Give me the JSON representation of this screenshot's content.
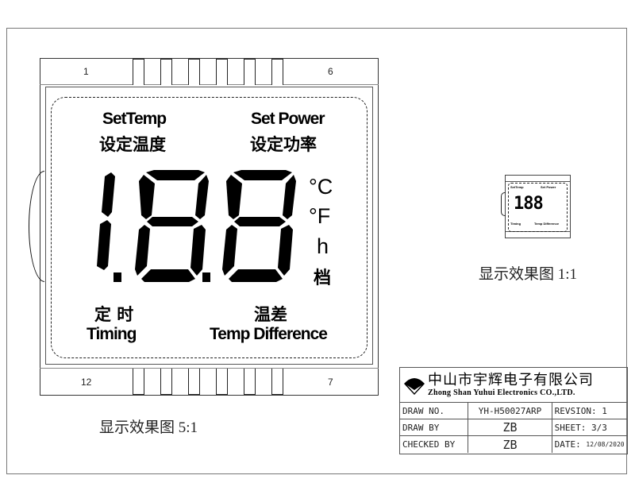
{
  "drawing": {
    "panel": {
      "pins_top": {
        "left_label": "1",
        "right_label": "6",
        "count": 6
      },
      "pins_bottom": {
        "left_label": "12",
        "right_label": "7",
        "count": 6
      },
      "labels": {
        "set_temp_en": "SetTemp",
        "set_temp_cn": "设定温度",
        "set_power_en": "Set Power",
        "set_power_cn": "设定功率",
        "timing_cn": "定 时",
        "timing_en": "Timing",
        "temp_diff_cn": "温差",
        "temp_diff_en": "Temp Difference"
      },
      "digits_display": "1.8.8",
      "units": {
        "celsius": "°C",
        "fahrenheit": "°F",
        "hour": "h",
        "gear": "档"
      }
    },
    "caption_large": "显示效果图 5:1",
    "caption_small": "显示效果图 1:1",
    "title_block": {
      "company_cn": "中山市宇辉电子有限公司",
      "company_en": "Zhong Shan Yuhui Electronics CO.,LTD.",
      "rows": [
        {
          "label": "DRAW NO.",
          "value": "YH-H50027ARP",
          "extra": "REVSION: 1"
        },
        {
          "label": "DRAW BY",
          "value": "ZB",
          "extra": "SHEET: 3/3"
        },
        {
          "label": "CHECKED BY",
          "value": "ZB",
          "extra_label": "DATE:",
          "extra_value": "12/08/2020"
        }
      ]
    }
  }
}
